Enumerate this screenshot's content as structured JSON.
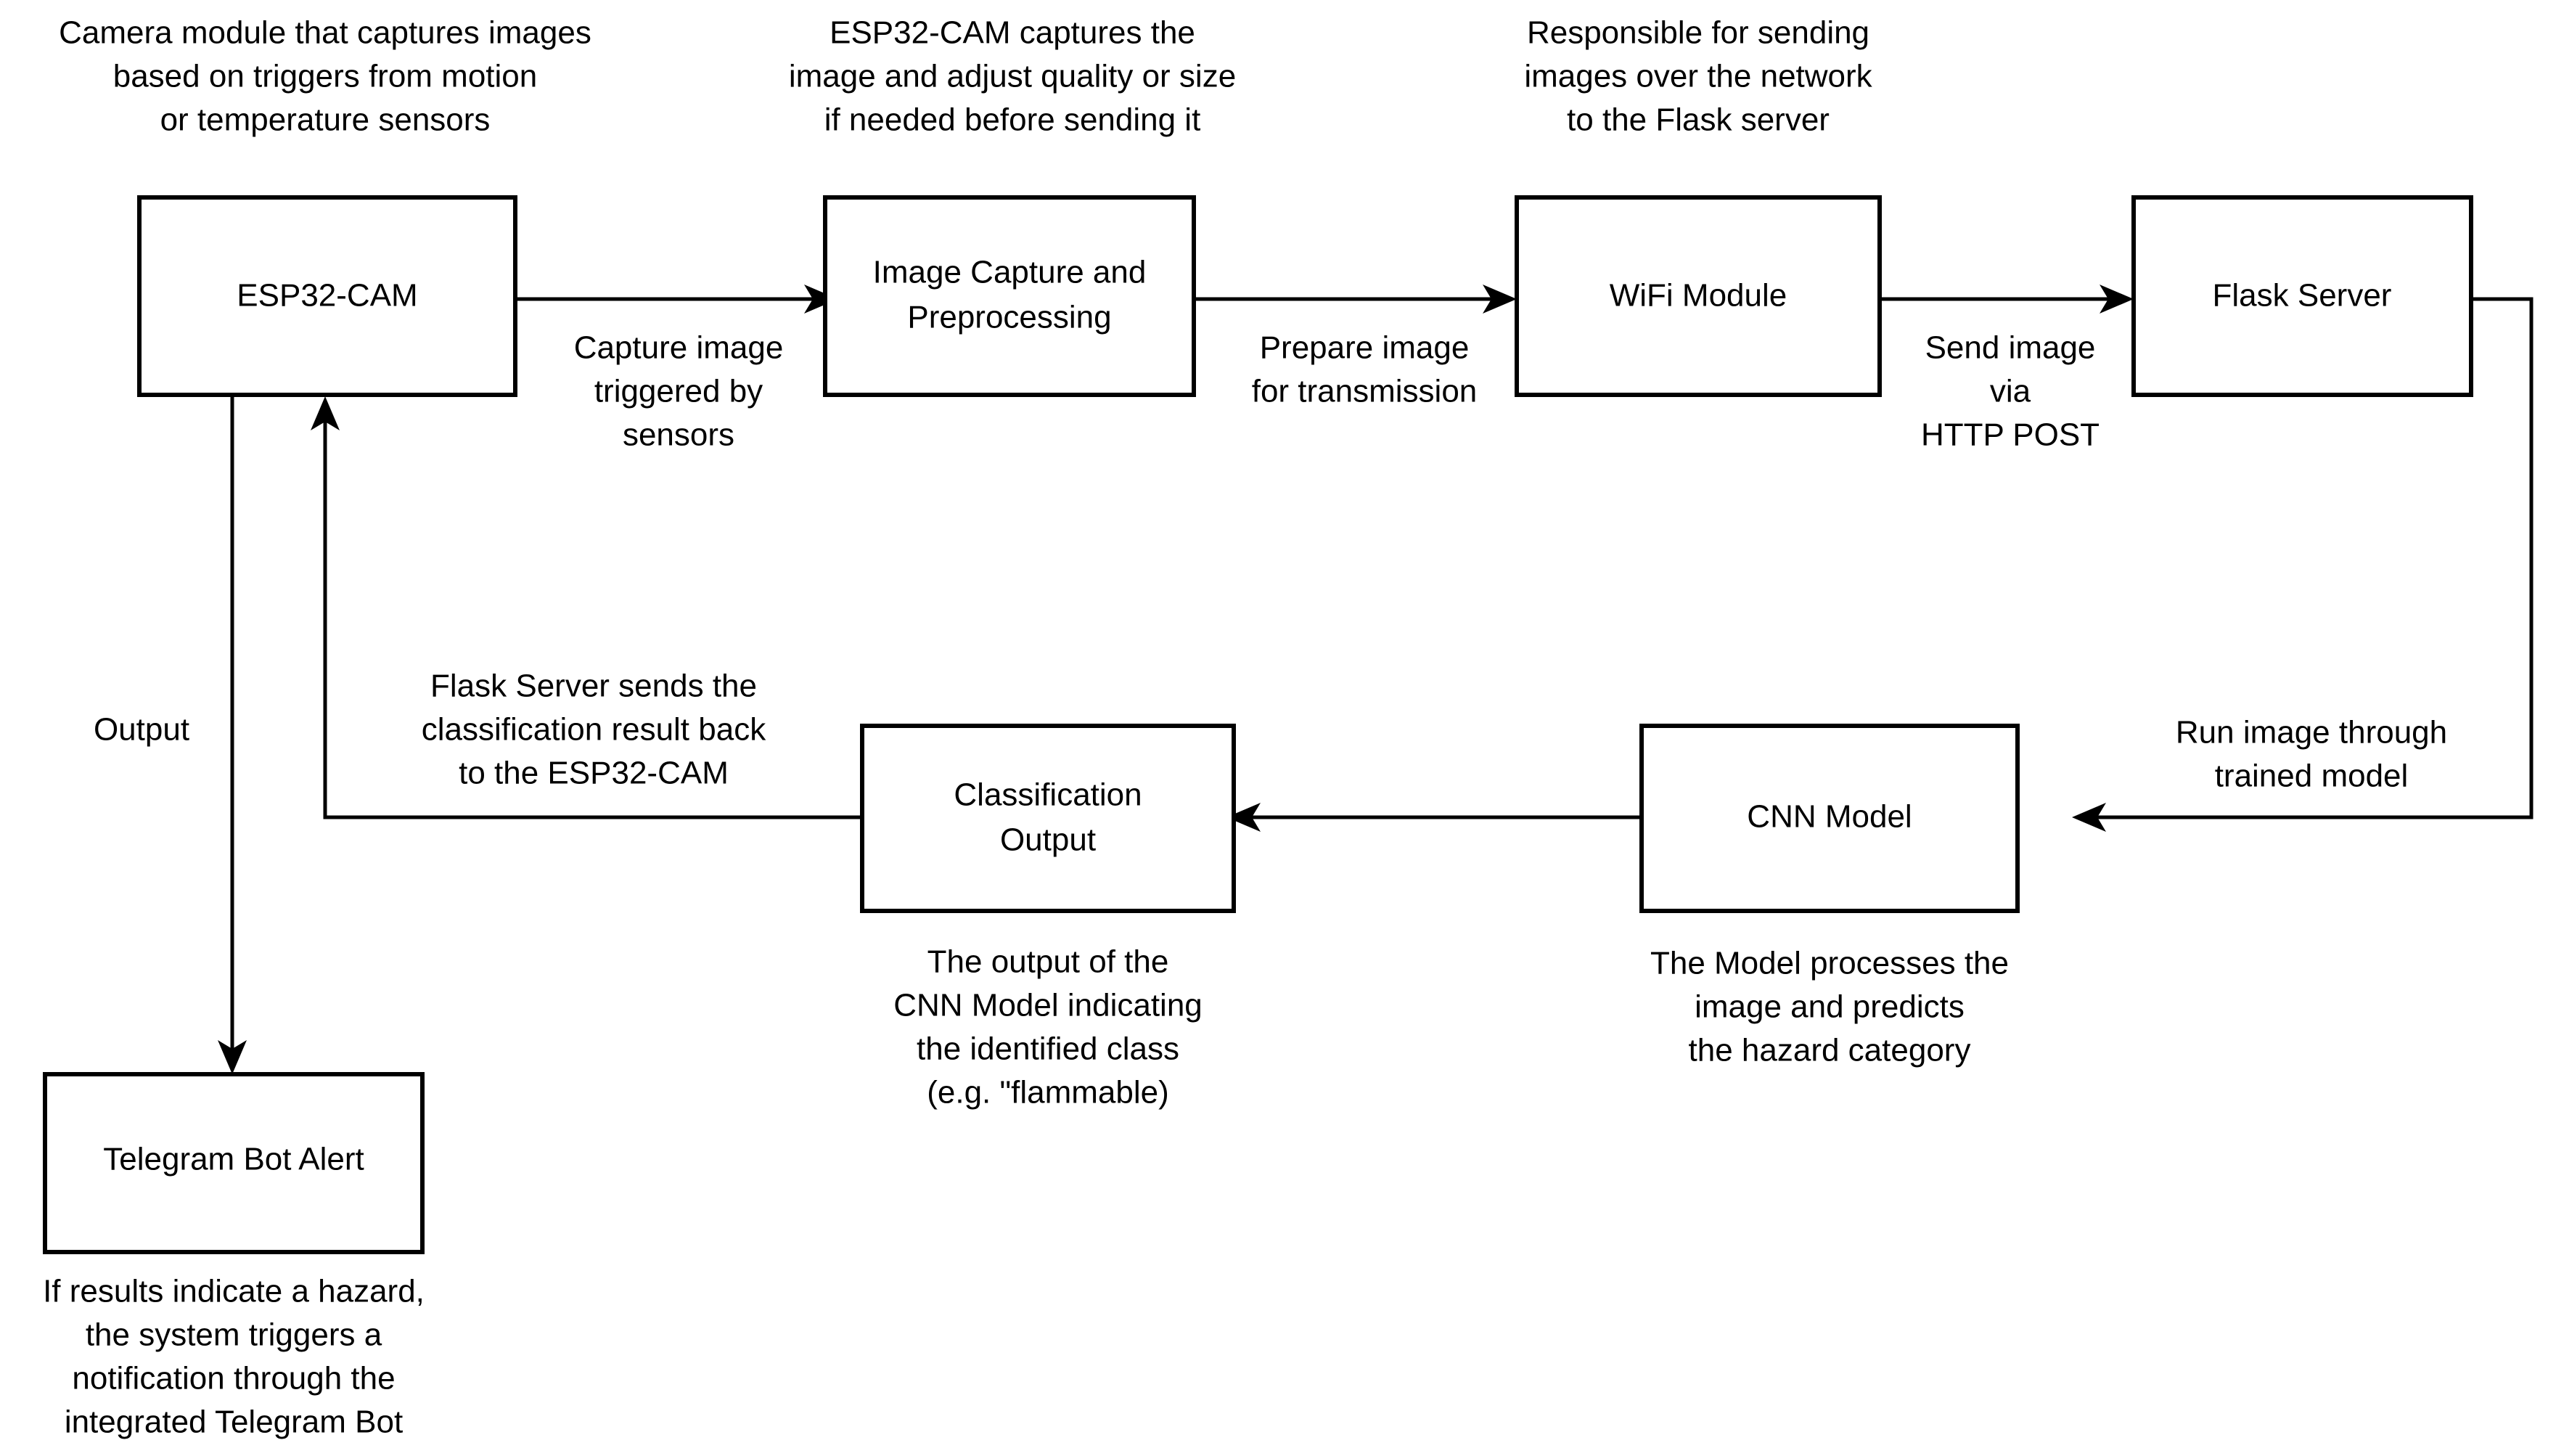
{
  "diagram": {
    "title": "ESP32-CAM hazard classification pipeline flowchart",
    "background_color": "#ffffff",
    "line_color": "#000000",
    "text_color": "#000000",
    "nodes": [
      {
        "id": "esp32cam",
        "label": "ESP32-CAM"
      },
      {
        "id": "capture",
        "label_line1": "Image Capture and",
        "label_line2": "Preprocessing"
      },
      {
        "id": "wifi",
        "label": "WiFi Module"
      },
      {
        "id": "flask",
        "label": "Flask Server"
      },
      {
        "id": "cnn",
        "label": "CNN Model"
      },
      {
        "id": "classout",
        "label_line1": "Classification",
        "label_line2": "Output"
      },
      {
        "id": "telegram",
        "label": "Telegram Bot Alert"
      }
    ],
    "edge_labels": {
      "esp32_to_capture": {
        "l1": "Capture image",
        "l2": "triggered by",
        "l3": "sensors"
      },
      "capture_to_wifi": {
        "l1": "Prepare image",
        "l2": "for transmission"
      },
      "wifi_to_flask": {
        "l1": "Send image",
        "l2": "via",
        "l3": "HTTP POST"
      },
      "flask_to_cnn": {
        "l1": "Run image through",
        "l2": "trained model"
      },
      "cnn_to_classout": {
        "l1": "",
        "l2": ""
      },
      "classout_to_esp32": {
        "l1": "Flask Server sends the",
        "l2": "classification result back",
        "l3": "to the ESP32-CAM"
      },
      "esp32_to_telegram": {
        "l1": "Output"
      }
    },
    "captions": {
      "esp32cam": {
        "l1": "Camera module that captures images",
        "l2": "based on triggers from motion",
        "l3": "or temperature sensors"
      },
      "capture": {
        "l1": "ESP32-CAM captures the",
        "l2": "image and adjust quality or size",
        "l3": "if needed before sending it"
      },
      "wifi": {
        "l1": "Responsible for sending",
        "l2": "images over the network",
        "l3": "to the Flask server"
      },
      "classout": {
        "l1": "The output of the",
        "l2": "CNN Model indicating",
        "l3": "the identified class",
        "l4": "(e.g. \"flammable)"
      },
      "cnn": {
        "l1": "The Model processes the",
        "l2": "image and predicts",
        "l3": "the hazard category"
      },
      "telegram": {
        "l1": "If results indicate a hazard,",
        "l2": "the system triggers a",
        "l3": "notification through the",
        "l4": "integrated Telegram Bot"
      }
    }
  }
}
